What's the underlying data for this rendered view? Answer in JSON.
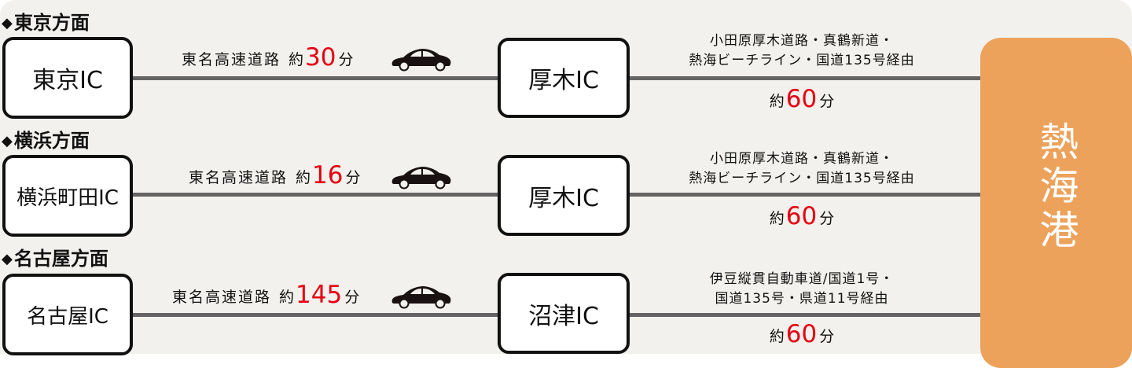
{
  "destination": {
    "label": "熱海港",
    "color": "#eca25b"
  },
  "colors": {
    "accent_time": "#e60012",
    "road_line": "#646464",
    "background": "#f2f1ed"
  },
  "routes": [
    {
      "heading_marker": "◆",
      "heading": "東京方面",
      "start_ic": "東京IC",
      "road": "東名高速道路",
      "approx": "約",
      "minutes": "30",
      "unit": "分",
      "vehicle_icon": "car-icon",
      "mid_ic": "厚木IC",
      "via_line1": "小田原厚木道路・真鶴新道・",
      "via_line2": "熱海ビーチライン・国道135号経由",
      "approx2": "約",
      "minutes2": "60",
      "unit2": "分"
    },
    {
      "heading_marker": "◆",
      "heading": "横浜方面",
      "start_ic": "横浜町田IC",
      "road": "東名高速道路",
      "approx": "約",
      "minutes": "16",
      "unit": "分",
      "vehicle_icon": "car-icon",
      "mid_ic": "厚木IC",
      "via_line1": "小田原厚木道路・真鶴新道・",
      "via_line2": "熱海ビーチライン・国道135号経由",
      "approx2": "約",
      "minutes2": "60",
      "unit2": "分"
    },
    {
      "heading_marker": "◆",
      "heading": "名古屋方面",
      "start_ic": "名古屋IC",
      "road": "東名高速道路",
      "approx": "約",
      "minutes": "145",
      "unit": "分",
      "vehicle_icon": "car-icon",
      "mid_ic": "沼津IC",
      "via_line1": "伊豆縦貫自動車道/国道1号・",
      "via_line2": "国道135号・県道11号経由",
      "approx2": "約",
      "minutes2": "60",
      "unit2": "分"
    }
  ]
}
